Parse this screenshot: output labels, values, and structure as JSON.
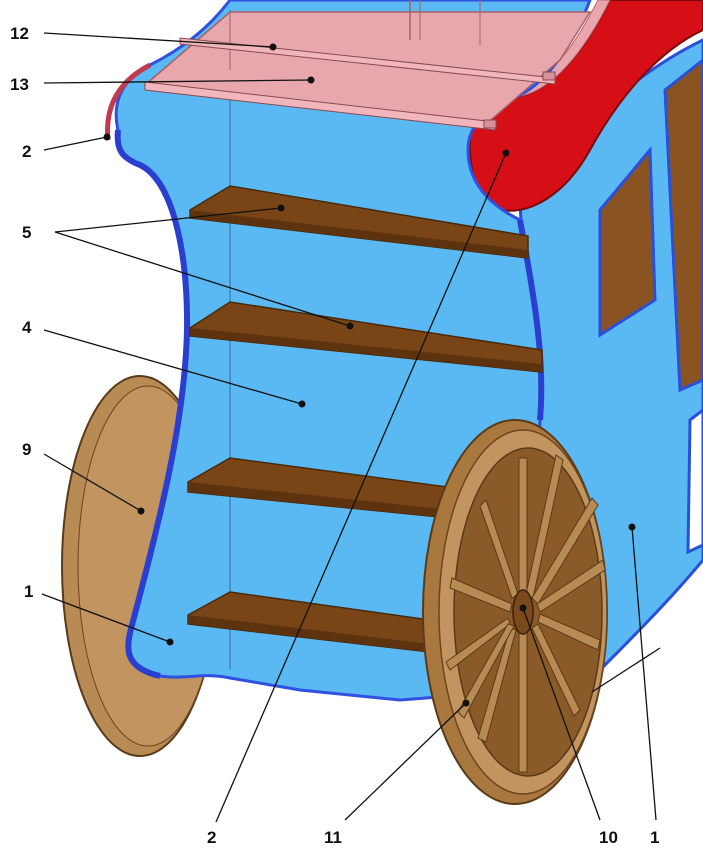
{
  "callouts": {
    "c12_top": "12",
    "c13_top": "13",
    "c2_left": "2",
    "c5_left": "5",
    "c4_left": "4",
    "c9_left": "9",
    "c1_left": "1",
    "c2_bottom": "2",
    "c11_bottom": "11",
    "c10_bottom": "10",
    "c1_bottom": "1"
  },
  "colors": {
    "body_blue": "#5ab9f3",
    "edge_blue": "#3050e0",
    "shelf_brown": "#7a4516",
    "shelf_edge": "#4a2a0c",
    "wheel_tan": "#b88a54",
    "wheel_dark": "#8a5a28",
    "canopy_pink": "#e8a6ad",
    "side_red": "#d60f16",
    "window_brown": "#8a5422",
    "leader_black": "#111111"
  }
}
